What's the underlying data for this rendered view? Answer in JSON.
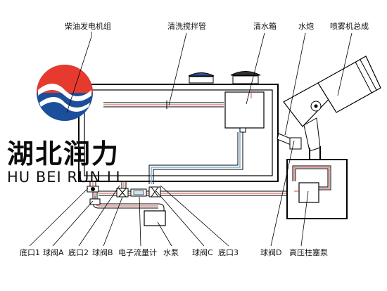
{
  "labels_top": {
    "generator": "柴油发电机组",
    "mixing_pipe": "清洗搅拌管",
    "water_tank": "清水箱",
    "water_cannon": "水炮",
    "sprayer": "喷雾机总成"
  },
  "labels_bottom": {
    "bottom_port_1": "底口1",
    "ball_valve_a": "球阀A",
    "bottom_port_2": "底口2",
    "ball_valve_b": "球阀B",
    "flowmeter": "电子流量计",
    "water_pump": "水泵",
    "ball_valve_c": "球阀C",
    "bottom_port_3": "底口3",
    "ball_valve_d": "球阀D",
    "plunger_pump": "高压柱塞泵"
  },
  "brand": {
    "name_cn": "湖北润力",
    "name_en": "HU BEI RUN LI"
  },
  "colors": {
    "outline": "#000000",
    "pipe_red": "#d2483a",
    "pipe_blue": "#7fb0d6",
    "logo_red": "#e63a2e",
    "logo_blue": "#1b4f9c"
  }
}
